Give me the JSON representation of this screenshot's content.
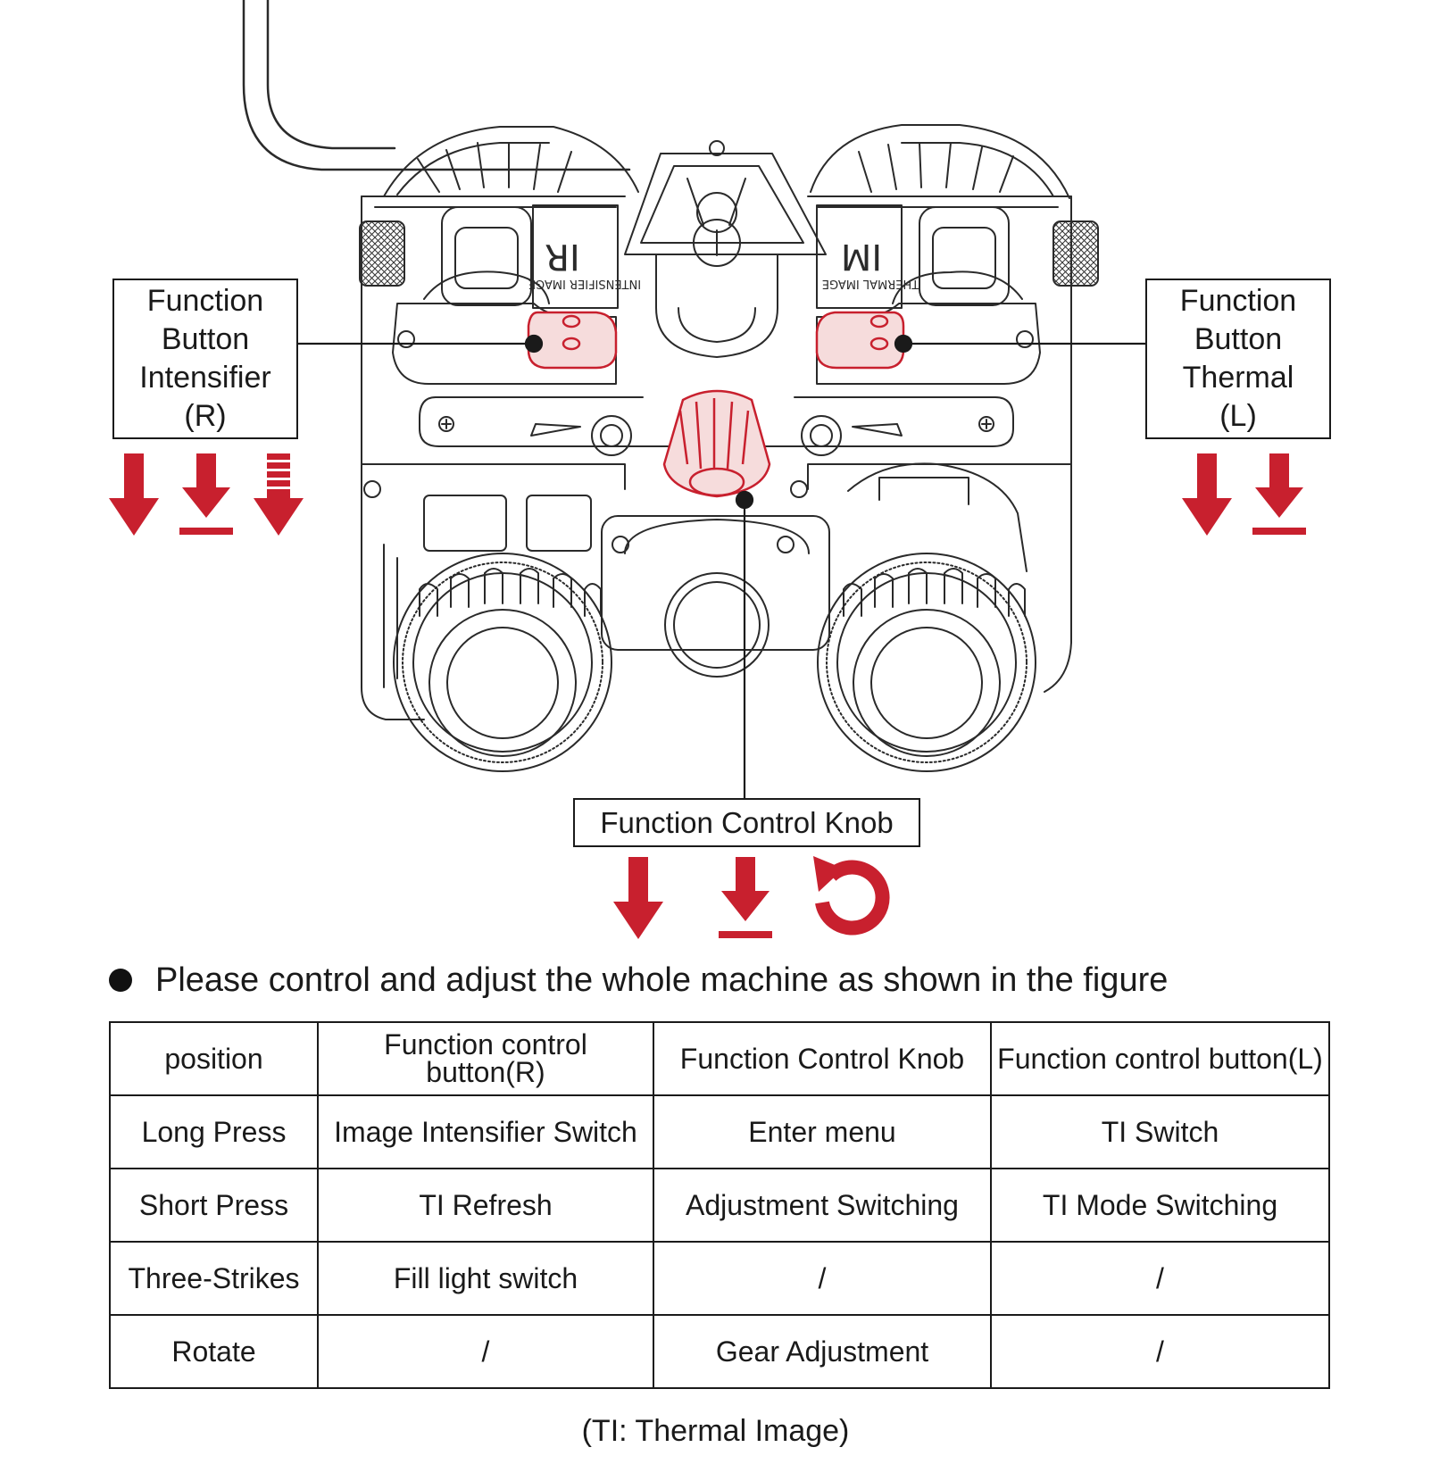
{
  "colors": {
    "accent_red": "#c8202e",
    "line": "#1a1a1a",
    "body_line": "#2a2a2a"
  },
  "callouts": {
    "intensifier": [
      "Function",
      "Button",
      "Intensifier",
      "(R)"
    ],
    "thermal": [
      "Function",
      "Button",
      "Thermal",
      "(L)"
    ],
    "knob": "Function Control Knob"
  },
  "device_labels": {
    "left_button_text": "INTENSIFIER IMAGE",
    "left_mark": "IR",
    "right_button_text": "THERMAL IMAGE",
    "right_mark": "IM"
  },
  "action_icons": {
    "intensifier": [
      "long-press-arrow-icon",
      "short-press-arrow-icon",
      "triple-press-arrow-icon"
    ],
    "thermal": [
      "long-press-arrow-icon",
      "short-press-arrow-icon"
    ],
    "knob": [
      "long-press-arrow-icon",
      "short-press-arrow-icon",
      "rotate-arrow-icon"
    ]
  },
  "instruction": "Please control and adjust the whole machine as shown in the figure",
  "table": {
    "header": [
      "position",
      "Function control button(R)",
      "Function Control Knob",
      "Function control button(L)"
    ],
    "rows": [
      [
        "Long Press",
        "Image Intensifier Switch",
        "Enter menu",
        "TI Switch"
      ],
      [
        "Short Press",
        "TI Refresh",
        "Adjustment Switching",
        "TI Mode Switching"
      ],
      [
        "Three-Strikes",
        "Fill light switch",
        "/",
        "/"
      ],
      [
        "Rotate",
        "/",
        "Gear Adjustment",
        "/"
      ]
    ]
  },
  "footnote": "(TI: Thermal Image)"
}
